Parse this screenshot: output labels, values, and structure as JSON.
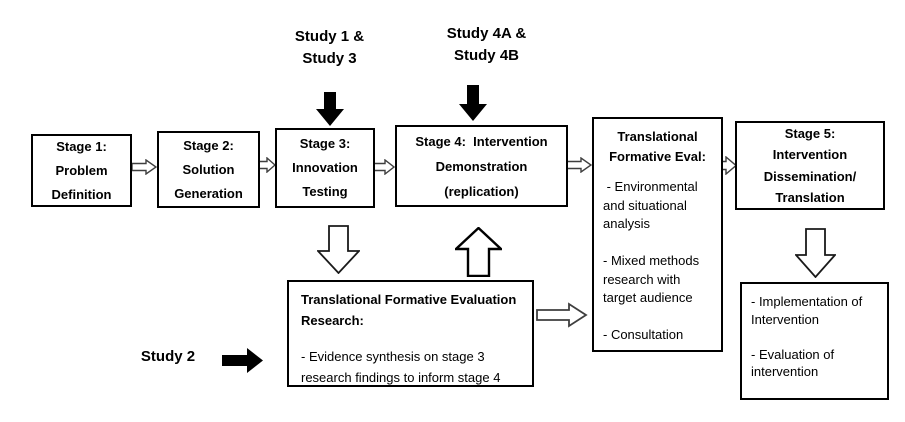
{
  "diagram": {
    "labels": {
      "study13": "Study 1 &\nStudy 3",
      "study4ab": "Study 4A &\nStudy 4B",
      "study2": "Study 2"
    },
    "boxes": {
      "stage1": {
        "text": "Stage 1:\nProblem\nDefinition"
      },
      "stage2": {
        "text": "Stage 2:\nSolution\nGeneration"
      },
      "stage3": {
        "text": "Stage 3:\nInnovation\nTesting"
      },
      "stage4": {
        "text": "Stage 4:  Intervention\nDemonstration\n(replication)"
      },
      "tfe": {
        "title": "Translational\nFormative Eval:",
        "body": " - Environmental\nand situational\nanalysis\n\n- Mixed methods\nresearch with\ntarget audience\n\n- Consultation"
      },
      "stage5": {
        "text": "Stage 5:\nIntervention\nDissemination/\nTranslation"
      },
      "research": {
        "title": "Translational Formative Evaluation\nResearch:",
        "body": "- Evidence synthesis on stage 3\nresearch findings to inform stage 4"
      },
      "implementation": {
        "body": "- Implementation of\nIntervention\n\n- Evaluation of\nintervention"
      }
    },
    "colors": {
      "background": "#ffffff",
      "box_border": "#000000",
      "text": "#000000",
      "solid_arrow": "#000000",
      "hollow_arrow_outline": "#1a1a1a",
      "small_arrow_outline": "#3f3f3f"
    }
  }
}
